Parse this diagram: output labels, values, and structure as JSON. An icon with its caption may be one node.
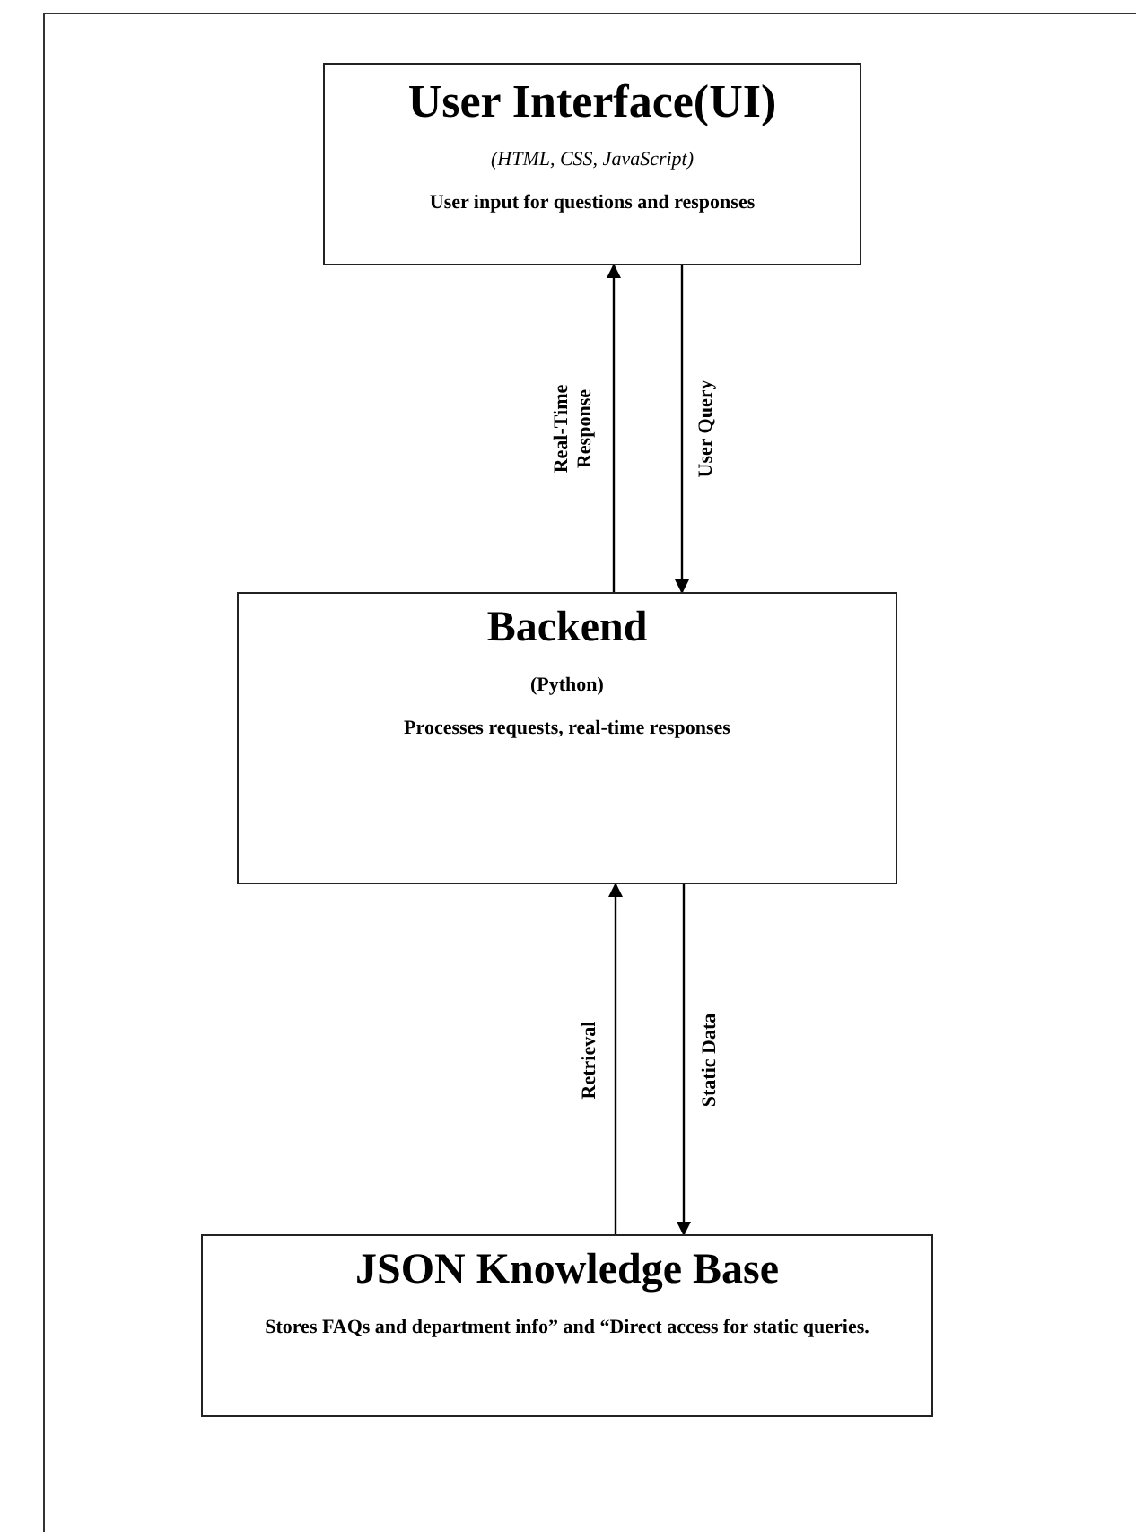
{
  "diagram": {
    "nodes": [
      {
        "text": [
          "User Interface(UI)",
          "(HTML, CSS, JavaScript)",
          "User input for questions and responses"
        ]
      },
      {
        "text": [
          "Backend",
          "(Python)",
          "Processes requests, real-time responses"
        ]
      },
      {
        "text": [
          "JSON Knowledge Base",
          "Stores FAQs and department info” and “Direct access for static queries."
        ]
      }
    ],
    "edges": [
      {
        "from": 1,
        "to": 0,
        "arrow": "to",
        "label": "Real-Time Response"
      },
      {
        "from": 0,
        "to": 1,
        "arrow": "to",
        "label": "User Query"
      },
      {
        "from": 2,
        "to": 1,
        "arrow": "to",
        "label": "Retrieval"
      },
      {
        "from": 1,
        "to": 2,
        "arrow": "to",
        "label": "Static Data"
      }
    ]
  }
}
